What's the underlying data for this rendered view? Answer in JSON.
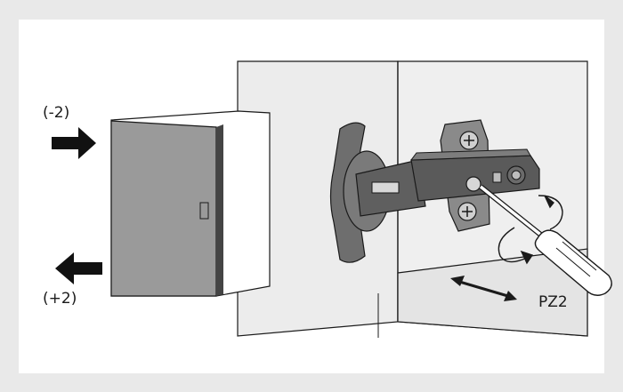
{
  "labels": {
    "close_adjust": "(-2)",
    "open_adjust": "(+2)",
    "tool": "PZ2"
  },
  "colors": {
    "background": "#e9e9e9",
    "panel": "#ffffff",
    "wall": "#ececec",
    "door": "#9a9a9a",
    "hinge": "#5f5f5f",
    "outline": "#1a1a1a"
  }
}
